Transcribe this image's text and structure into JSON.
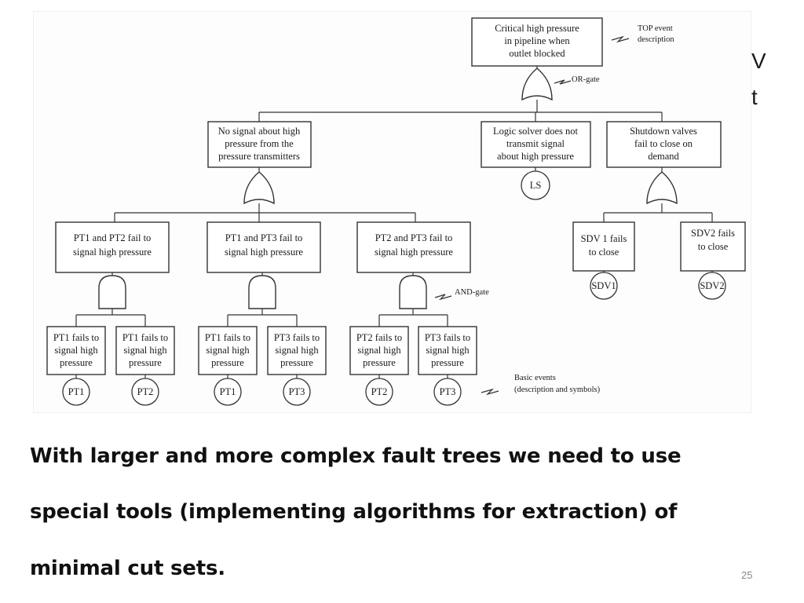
{
  "diagram": {
    "top_event": {
      "label": "Critical high pressure in pipeline when outlet blocked",
      "lines": [
        "Critical high pressure",
        "in pipeline when",
        "outlet blocked"
      ]
    },
    "annotations": {
      "top_event": [
        "TOP event",
        "description"
      ],
      "or_gate": "OR-gate",
      "and_gate": "AND-gate",
      "basic_events": [
        "Basic events",
        "(description and symbols)"
      ]
    },
    "level1": [
      {
        "id": "no-signal",
        "lines": [
          "No signal about high",
          "pressure from the",
          "pressure transmitters"
        ]
      },
      {
        "id": "logic-solver",
        "lines": [
          "Logic solver does not",
          "transmit signal",
          "about high pressure"
        ],
        "symbol": "LS"
      },
      {
        "id": "shutdown-valves",
        "lines": [
          "Shutdown valves",
          "fail to close on",
          "demand"
        ]
      }
    ],
    "level2": [
      {
        "id": "pt1-pt2",
        "lines": [
          "PT1 and PT2 fail to",
          "signal high pressure"
        ]
      },
      {
        "id": "pt1-pt3",
        "lines": [
          "PT1 and PT3 fail to",
          "signal high pressure"
        ]
      },
      {
        "id": "pt2-pt3",
        "lines": [
          "PT2 and PT3 fail to",
          "signal high pressure"
        ]
      },
      {
        "id": "sdv1",
        "lines": [
          "SDV 1 fails",
          "to close"
        ],
        "symbol": "SDV1"
      },
      {
        "id": "sdv2",
        "lines": [
          "SDV2 fails",
          "to close"
        ],
        "symbol": "SDV2"
      }
    ],
    "basic_events": [
      {
        "lines": [
          "PT1 fails to",
          "signal high",
          "pressure"
        ],
        "symbol": "PT1"
      },
      {
        "lines": [
          "PT1 fails to",
          "signal high",
          "pressure"
        ],
        "symbol": "PT2"
      },
      {
        "lines": [
          "PT1 fails to",
          "signal high",
          "pressure"
        ],
        "symbol": "PT1"
      },
      {
        "lines": [
          "PT3 fails to",
          "signal high",
          "pressure"
        ],
        "symbol": "PT3"
      },
      {
        "lines": [
          "PT2 fails to",
          "signal high",
          "pressure"
        ],
        "symbol": "PT2"
      },
      {
        "lines": [
          "PT3 fails to",
          "signal high",
          "pressure"
        ],
        "symbol": "PT3"
      }
    ]
  },
  "cut_off_text": [
    "V",
    "t"
  ],
  "body_text": [
    "With larger and more complex fault trees we need to use",
    "special tools (implementing algorithms for extraction) of",
    "minimal cut sets."
  ],
  "page_number": "25"
}
